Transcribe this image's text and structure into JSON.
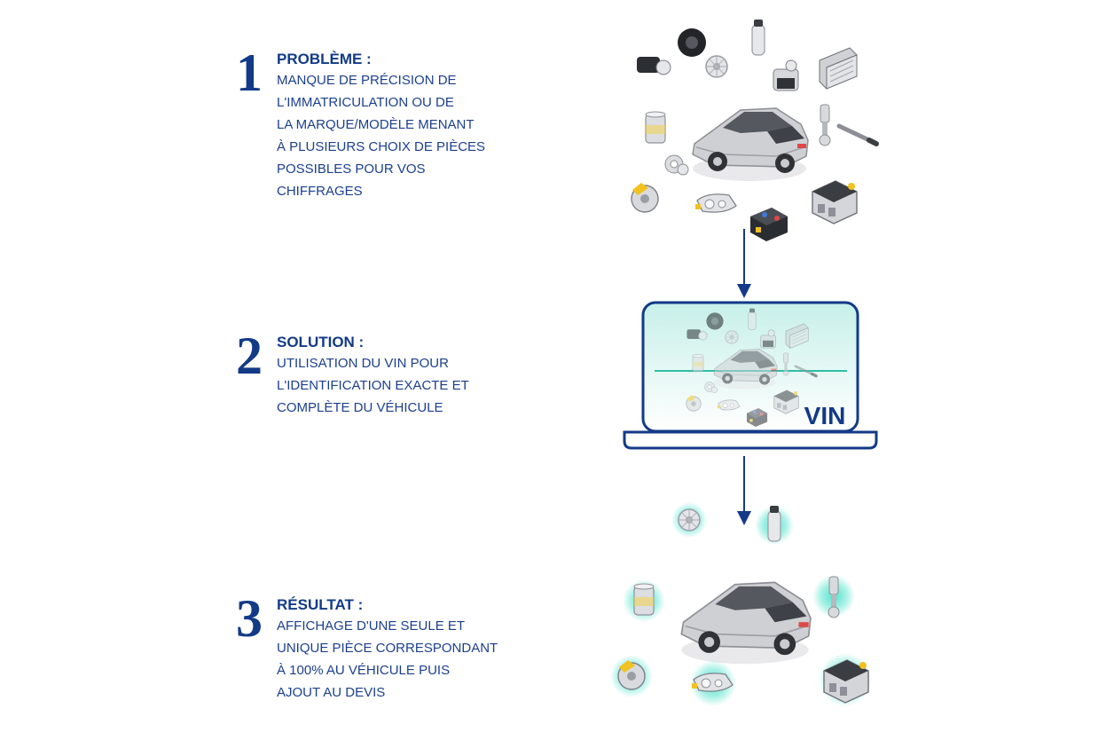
{
  "steps": [
    {
      "number": "1",
      "heading": "PROBLÈME :",
      "lines": [
        "MANQUE DE PRÉCISION DE",
        "L'IMMATRICULATION OU DE",
        "LA MARQUE/MODÈLE MENANT",
        "À PLUSIEURS CHOIX DE PIÈCES",
        "POSSIBLES POUR VOS",
        "CHIFFRAGES"
      ]
    },
    {
      "number": "2",
      "heading": "SOLUTION :",
      "lines": [
        "UTILISATION DU VIN POUR",
        "L'IDENTIFICATION EXACTE ET",
        "COMPLÈTE DU VÉHICULE"
      ]
    },
    {
      "number": "3",
      "heading": "RÉSULTAT :",
      "lines": [
        "AFFICHAGE D'UNE SEULE ET",
        "UNIQUE PIÈCE CORRESPONDANT",
        "À 100% AU VÉHICULE PUIS",
        "AJOUT AU DEVIS"
      ]
    }
  ],
  "laptop": {
    "label": "VIN"
  },
  "icons": {
    "top_cluster": [
      "car-icon",
      "tire-icon",
      "wheel-rim-icon",
      "fuel-pump-icon",
      "brake-caliper-icon",
      "radiator-icon",
      "oil-filter-icon",
      "shock-absorber-icon",
      "spark-plug-icon",
      "headlight-icon",
      "battery-icon",
      "engine-icon",
      "water-pump-icon",
      "pulley-icon",
      "brake-disc-icon",
      "starter-motor-icon"
    ],
    "result_cluster": [
      "car-icon",
      "wheel-rim-icon",
      "fuel-pump-icon",
      "oil-filter-icon",
      "shock-absorber-icon",
      "brake-disc-icon",
      "headlight-icon",
      "engine-icon"
    ]
  },
  "colors": {
    "brand": "#123a87",
    "text": "#1b3f8f",
    "glow": "#3fe0c8",
    "screen": "#b8ece4"
  }
}
